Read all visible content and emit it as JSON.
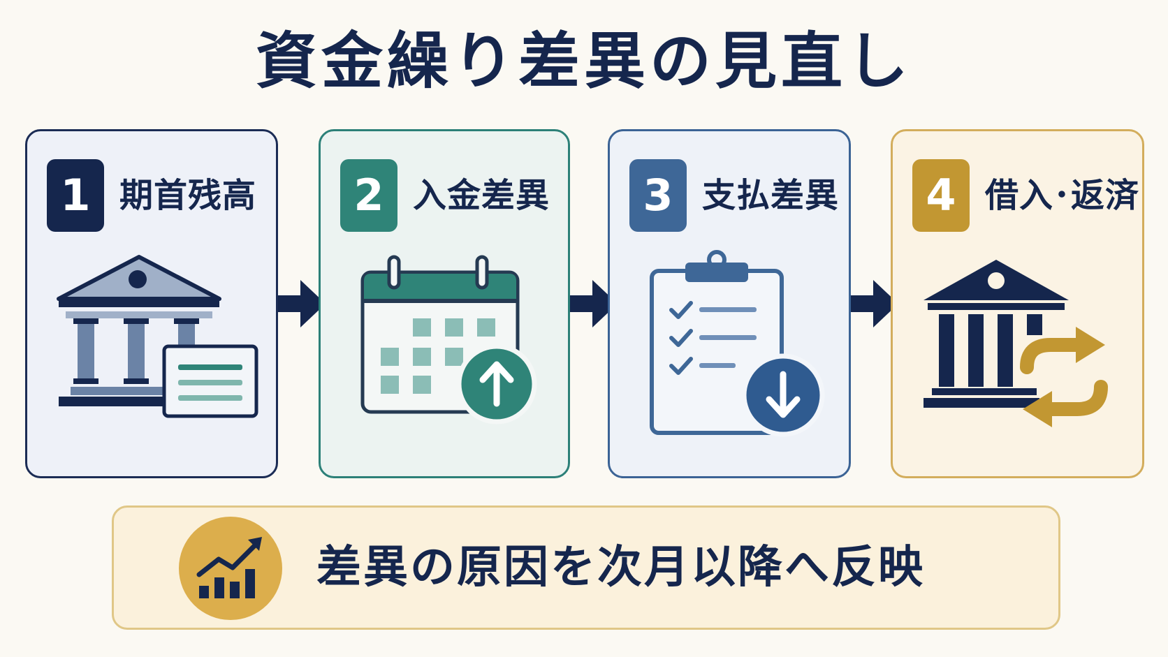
{
  "title": "資金繰り差異の見直し",
  "steps": [
    {
      "number": "1",
      "label": "期首残高",
      "icon": "bank-with-statement-icon",
      "color": "#15264d"
    },
    {
      "number": "2",
      "label": "入金差異",
      "icon": "calendar-up-arrow-icon",
      "color": "#2f8478"
    },
    {
      "number": "3",
      "label": "支払差異",
      "icon": "clipboard-down-arrow-icon",
      "color": "#3e6797"
    },
    {
      "number": "4",
      "label": "借入･返済",
      "icon": "bank-exchange-icon",
      "color": "#c29732"
    }
  ],
  "conclusion": {
    "text": "差異の原因を次月以降へ反映",
    "icon": "growth-chart-icon"
  },
  "colors": {
    "navy": "#15264d",
    "teal": "#2f8478",
    "blue": "#3e6797",
    "gold": "#c29732",
    "background": "#fbf9f3"
  }
}
